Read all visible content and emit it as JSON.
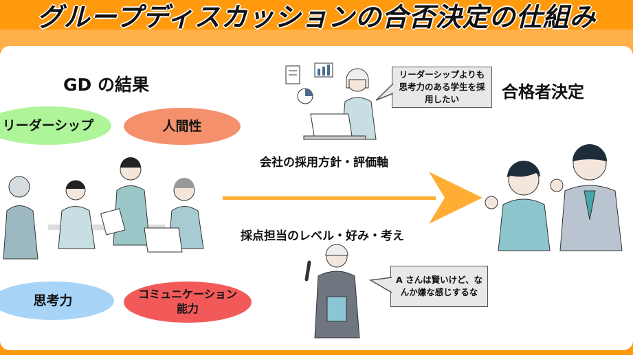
{
  "title": "グループディスカッションの合否決定の仕組み",
  "gd_result_heading": "GD の結果",
  "traits": [
    {
      "label": "リーダーシップ",
      "color": "#aef59a"
    },
    {
      "label": "人間性",
      "color": "#f4906c"
    },
    {
      "label": "思考力",
      "color": "#a8d4f8"
    },
    {
      "label": "コミュニケーション能力",
      "color": "#f25a5a"
    }
  ],
  "factors": {
    "company_policy": "会社の採用方針・評価軸",
    "grader_factors": "採点担当のレベル・好み・考え"
  },
  "speech": {
    "company": "リーダーシップよりも思考力のある学生を採用したい",
    "grader": "A さんは賢いけど、なんか嫌な感じするな"
  },
  "result_heading": "合格者決定",
  "colors": {
    "orange": "#ff9a0e",
    "arrow": "#ffad33"
  }
}
